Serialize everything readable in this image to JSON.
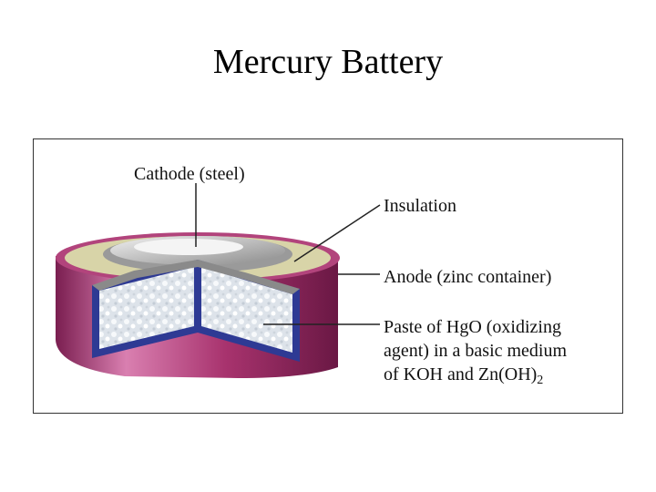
{
  "slide": {
    "title": "Mercury Battery"
  },
  "diagram": {
    "labels": {
      "cathode": "Cathode (steel)",
      "insulation": "Insulation",
      "anode": "Anode (zinc container)",
      "paste_line1": "Paste of HgO (oxidizing",
      "paste_line2": "agent) in a basic medium",
      "paste_line3_prefix": "of KOH and Zn(OH)",
      "paste_line3_subscript": "2"
    },
    "colors": {
      "anode_outer": "#a8336e",
      "anode_highlight": "#d97fb0",
      "inner_lining": "#2e3a94",
      "insulation": "#d8d4a8",
      "steel_cap": "#c8c8c8",
      "paste": "#e8ecf0"
    }
  }
}
